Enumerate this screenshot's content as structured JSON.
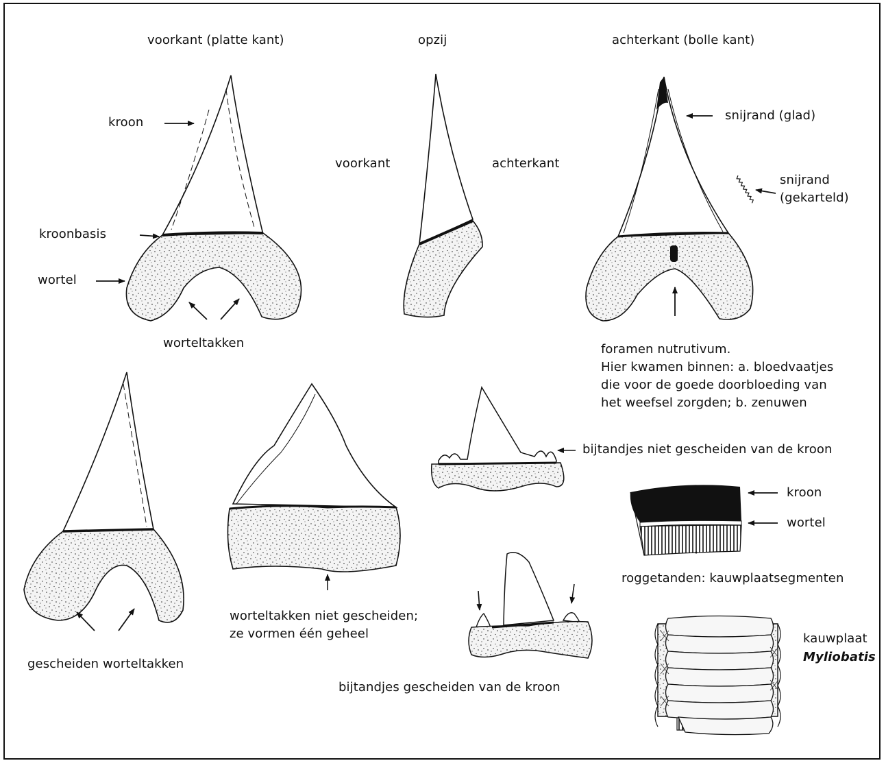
{
  "titles": {
    "front": "voorkant (platte kant)",
    "side": "opzij",
    "back": "achterkant (bolle kant)"
  },
  "front_labels": {
    "crown": "kroon",
    "crown_base": "kroonbasis",
    "root": "wortel",
    "root_branches": "worteltakken"
  },
  "side_labels": {
    "front": "voorkant",
    "back": "achterkant"
  },
  "back_labels": {
    "edge_smooth": "snijrand (glad)",
    "edge_serrated_1": "snijrand",
    "edge_serrated_2": "(gekarteld)",
    "foramen_1": "foramen nutrutivum.",
    "foramen_2": "Hier kwamen binnen: a. bloedvaatjes",
    "foramen_3": "die voor de goede doorbloeding van",
    "foramen_4": "het weefsel zorgden;   b. zenuwen"
  },
  "bottom_labels": {
    "separate_branches": "gescheiden worteltakken",
    "not_separate_1": "worteltakken niet gescheiden;",
    "not_separate_2": "ze vormen één geheel",
    "cusplets_not_separate": "bijtandjes niet gescheiden van de kroon",
    "cusplets_separate": "bijtandjes gescheiden van de kroon"
  },
  "ray_labels": {
    "crown": "kroon",
    "root": "wortel",
    "caption": "roggetanden: kauwplaatsegmenten",
    "plate": "kauwplaat",
    "genus": "Myliobatis"
  }
}
